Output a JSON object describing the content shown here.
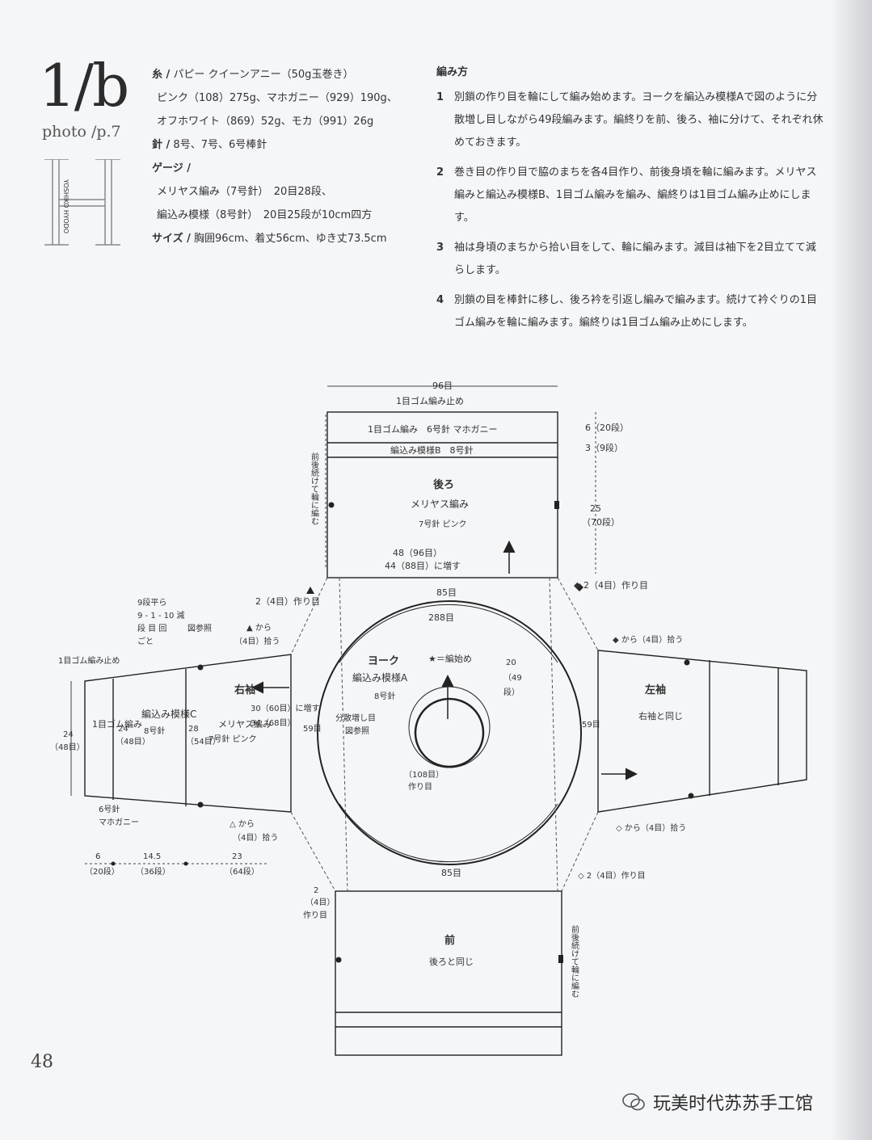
{
  "header": {
    "pattern_id": "1/b",
    "photo_ref": "photo /p.7",
    "logo_letter": "H",
    "logo_text": "YOSHIKO HYODO"
  },
  "specs": {
    "yarn_label": "糸 /",
    "yarn_line1": "パピー クイーンアニー（50g玉巻き）",
    "yarn_line2": "ピンク（108）275g、マホガニー（929）190g、",
    "yarn_line3": "オフホワイト（869）52g、モカ（991）26g",
    "needle_label": "針 /",
    "needle_value": "8号、7号、6号棒針",
    "gauge_label": "ゲージ /",
    "gauge_line1": "メリヤス編み（7号針）　20目28段、",
    "gauge_line2": "編込み模様（8号針）　20目25段が10cm四方",
    "size_label": "サイズ /",
    "size_value": "胸囲96cm、着丈56cm、ゆき丈73.5cm"
  },
  "instructions": {
    "title": "編み方",
    "steps": [
      {
        "num": "1",
        "text": "別鎖の作り目を輪にして編み始めます。ヨークを編込み模様Aで図のように分散増し目しながら49段編みます。編終りを前、後ろ、袖に分けて、それぞれ休めておきます。"
      },
      {
        "num": "2",
        "text": "巻き目の作り目で脇のまちを各4目作り、前後身頃を輪に編みます。メリヤス編みと編込み模様B、1目ゴム編みを編み、編終りは1目ゴム編み止めにします。"
      },
      {
        "num": "3",
        "text": "袖は身頃のまちから拾い目をして、輪に編みます。減目は袖下を2目立てて減らします。"
      },
      {
        "num": "4",
        "text": "別鎖の目を棒針に移し、後ろ衿を引返し編みで編みます。続けて衿ぐりの1目ゴム編みを輪に編みます。編終りは1目ゴム編み止めにします。"
      }
    ]
  },
  "schematic": {
    "top_width": "96目",
    "ribbing_bindoff": "1目ゴム編み止め",
    "back_rib": "1目ゴム編み　6号針 マホガニー",
    "back_pattern_b": "編込み模様B　8号針",
    "back_rib_len": "6（20段）",
    "back_b_len": "3（9段）",
    "back_title": "後ろ",
    "back_stitch": "メリヤス編み",
    "back_needle": "7号針 ピンク",
    "back_len": "25",
    "back_len_rows": "（70段）",
    "back_side_note": "前後続けて輪に編む",
    "back_w1": "48（96目）",
    "back_w2": "44（88目）に増す",
    "gusset_l": "2（4目）作り目",
    "gusset_r": "◆ 2（4目）作り目",
    "yoke_outer": "85目",
    "yoke_mid": "288目",
    "yoke_title": "ヨーク",
    "yoke_star": "★＝編始め",
    "yoke_pattern": "編込み模様A",
    "yoke_needle": "8号針",
    "yoke_increase": "分散増し目",
    "yoke_ref": "図参照",
    "yoke_len1": "20",
    "yoke_len2": "（49",
    "yoke_len3": "段）",
    "yoke_cast": "（108目）",
    "yoke_cast2": "作り目",
    "yoke_side_l": "59目",
    "yoke_side_r": "59目",
    "yoke_bottom": "85目",
    "sleeve_dec1": "9段平ら",
    "sleeve_dec2": "9 - 1 - 10 減",
    "sleeve_dec3": "段 目 回",
    "sleeve_dec4": "ごと",
    "sleeve_ref": "図参照",
    "sleeve_pick_top": "▲ から",
    "sleeve_pick_top2": "（4目）拾う",
    "sleeve_bindoff": "1目ゴム編み止め",
    "right_sleeve": "右袖",
    "sleeve_stitch": "メリヤス編み",
    "sleeve_needle": "7号針 ピンク",
    "sleeve_patc": "編込み模様C",
    "sleeve_patc_needle": "8号針",
    "sleeve_rib": "1目ゴム編み",
    "sleeve_rib_needle": "6号針",
    "sleeve_rib_color": "マホガニー",
    "sleeve_w_rib": "24",
    "sleeve_w_rib_st": "（48目）",
    "sleeve_w_c": "24",
    "sleeve_w_c_st": "（48目）",
    "sleeve_w_c2": "28",
    "sleeve_w_c2_st": "（54目）",
    "sleeve_w_top": "30（60目）に増す",
    "sleeve_w_top2": "34（68目）",
    "sleeve_pick_bot": "△ から",
    "sleeve_pick_bot2": "（4目）拾う",
    "sleeve_len1": "6",
    "sleeve_len1_r": "（20段）",
    "sleeve_len2": "14.5",
    "sleeve_len2_r": "（36段）",
    "sleeve_len3": "23",
    "sleeve_len3_r": "（64段）",
    "left_sleeve": "左袖",
    "left_same": "右袖と同じ",
    "left_pick_top": "◆ から（4目）拾う",
    "left_pick_bot": "◇ から（4目）拾う",
    "front_gusset_l1": "2",
    "front_gusset_l2": "（4目）",
    "front_gusset_l3": "作り目",
    "front_gusset_r": "◇ 2（4目）作り目",
    "front_title": "前",
    "front_same": "後ろと同じ",
    "front_side_note": "前後続けて輪に編む"
  },
  "footer": {
    "page_number": "48",
    "watermark": "玩美时代苏苏手工馆"
  }
}
